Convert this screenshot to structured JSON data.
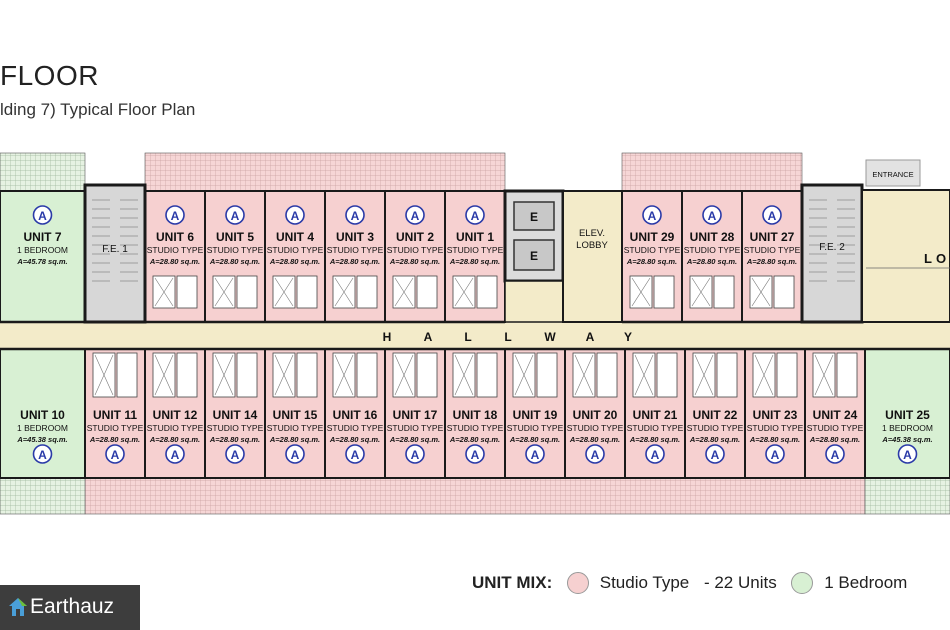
{
  "header": {
    "title": "FLOOR",
    "subtitle": "lding 7) Typical Floor Plan"
  },
  "labels": {
    "fe1": "F.E. 1",
    "fe2": "F.E. 2",
    "elevator": "E",
    "elev_lobby_1": "ELEV.",
    "elev_lobby_2": "LOBBY",
    "entrance": "ENTRANCE",
    "lobby": "LO",
    "hallway_letters": [
      "H",
      "A",
      "L",
      "L",
      "W",
      "A",
      "Y"
    ],
    "marker": "A"
  },
  "colors": {
    "studio": "#f6d0d0",
    "bedroom": "#d8f0d3",
    "hallway": "#f3ebc9",
    "stair": "#d7d7d7",
    "wall": "#1a1a1a",
    "marker": "#2a3aa8"
  },
  "units_top": [
    {
      "name": "UNIT 7",
      "type": "1 BEDROOM",
      "area": "A=45.78 sq.m.",
      "kind": "bedroom"
    },
    {
      "name": "UNIT 6",
      "type": "STUDIO TYPE",
      "area": "A=28.80 sq.m.",
      "kind": "studio"
    },
    {
      "name": "UNIT 5",
      "type": "STUDIO TYPE",
      "area": "A=28.80 sq.m.",
      "kind": "studio"
    },
    {
      "name": "UNIT 4",
      "type": "STUDIO TYPE",
      "area": "A=28.80 sq.m.",
      "kind": "studio"
    },
    {
      "name": "UNIT 3",
      "type": "STUDIO TYPE",
      "area": "A=28.80 sq.m.",
      "kind": "studio"
    },
    {
      "name": "UNIT 2",
      "type": "STUDIO TYPE",
      "area": "A=28.80 sq.m.",
      "kind": "studio"
    },
    {
      "name": "UNIT 1",
      "type": "STUDIO TYPE",
      "area": "A=28.80 sq.m.",
      "kind": "studio"
    },
    {
      "name": "UNIT 29",
      "type": "STUDIO TYPE",
      "area": "A=28.80 sq.m.",
      "kind": "studio"
    },
    {
      "name": "UNIT 28",
      "type": "STUDIO TYPE",
      "area": "A=28.80 sq.m.",
      "kind": "studio"
    },
    {
      "name": "UNIT 27",
      "type": "STUDIO TYPE",
      "area": "A=28.80 sq.m.",
      "kind": "studio"
    }
  ],
  "units_bottom": [
    {
      "name": "UNIT 10",
      "type": "1 BEDROOM",
      "area": "A=45.38 sq.m.",
      "kind": "bedroom"
    },
    {
      "name": "UNIT 11",
      "type": "STUDIO TYPE",
      "area": "A=28.80 sq.m.",
      "kind": "studio"
    },
    {
      "name": "UNIT 12",
      "type": "STUDIO TYPE",
      "area": "A=28.80 sq.m.",
      "kind": "studio"
    },
    {
      "name": "UNIT 14",
      "type": "STUDIO TYPE",
      "area": "A=28.80 sq.m.",
      "kind": "studio"
    },
    {
      "name": "UNIT 15",
      "type": "STUDIO TYPE",
      "area": "A=28.80 sq.m.",
      "kind": "studio"
    },
    {
      "name": "UNIT 16",
      "type": "STUDIO TYPE",
      "area": "A=28.80 sq.m.",
      "kind": "studio"
    },
    {
      "name": "UNIT 17",
      "type": "STUDIO TYPE",
      "area": "A=28.80 sq.m.",
      "kind": "studio"
    },
    {
      "name": "UNIT 18",
      "type": "STUDIO TYPE",
      "area": "A=28.80 sq.m.",
      "kind": "studio"
    },
    {
      "name": "UNIT 19",
      "type": "STUDIO TYPE",
      "area": "A=28.80 sq.m.",
      "kind": "studio"
    },
    {
      "name": "UNIT 20",
      "type": "STUDIO TYPE",
      "area": "A=28.80 sq.m.",
      "kind": "studio"
    },
    {
      "name": "UNIT 21",
      "type": "STUDIO TYPE",
      "area": "A=28.80 sq.m.",
      "kind": "studio"
    },
    {
      "name": "UNIT 22",
      "type": "STUDIO TYPE",
      "area": "A=28.80 sq.m.",
      "kind": "studio"
    },
    {
      "name": "UNIT 23",
      "type": "STUDIO TYPE",
      "area": "A=28.80 sq.m.",
      "kind": "studio"
    },
    {
      "name": "UNIT 24",
      "type": "STUDIO TYPE",
      "area": "A=28.80 sq.m.",
      "kind": "studio"
    },
    {
      "name": "UNIT 25",
      "type": "1 BEDROOM",
      "area": "A=45.38 sq.m.",
      "kind": "bedroom"
    }
  ],
  "legend": {
    "label": "UNIT MIX:",
    "studio": "Studio Type",
    "studio_count": "- 22 Units",
    "bedroom": "1 Bedroom"
  },
  "logo": {
    "text": "Earthauz"
  }
}
